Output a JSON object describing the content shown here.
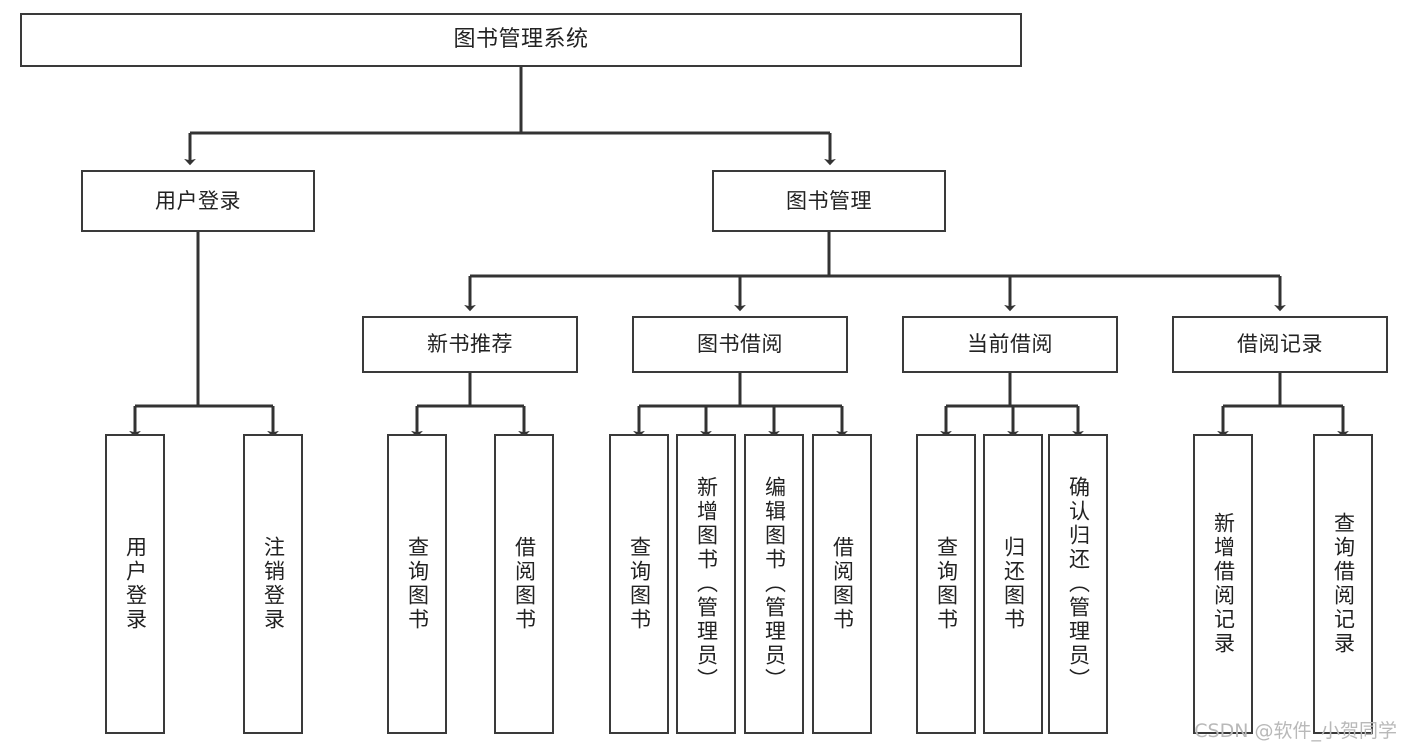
{
  "diagram": {
    "title": "图书管理系统",
    "watermark": "CSDN @软件_小贺同学",
    "colors": {
      "background": "#ffffff",
      "box_border": "#3a3a3a",
      "connector": "#333333",
      "text": "#222222",
      "watermark": "#b9b9b9"
    },
    "root": {
      "label": "图书管理系统"
    },
    "level2": [
      {
        "id": "user-login",
        "label": "用户登录"
      },
      {
        "id": "book-management",
        "label": "图书管理"
      }
    ],
    "level3": [
      {
        "id": "new-book-recommend",
        "label": "新书推荐",
        "parent": "book-management"
      },
      {
        "id": "book-borrow",
        "label": "图书借阅",
        "parent": "book-management"
      },
      {
        "id": "current-borrow",
        "label": "当前借阅",
        "parent": "book-management"
      },
      {
        "id": "borrow-record",
        "label": "借阅记录",
        "parent": "book-management"
      }
    ],
    "leaves": {
      "user-login": [
        {
          "id": "leaf-user-login",
          "label": "用户登录"
        },
        {
          "id": "leaf-logout-login",
          "label": "注销登录"
        }
      ],
      "new-book-recommend": [
        {
          "id": "leaf-query-book-1",
          "label": "查询图书"
        },
        {
          "id": "leaf-borrow-book-1",
          "label": "借阅图书"
        }
      ],
      "book-borrow": [
        {
          "id": "leaf-query-book-2",
          "label": "查询图书"
        },
        {
          "id": "leaf-add-book",
          "label": "新增图书（管理员）"
        },
        {
          "id": "leaf-edit-book",
          "label": "编辑图书（管理员）"
        },
        {
          "id": "leaf-borrow-book-2",
          "label": "借阅图书"
        }
      ],
      "current-borrow": [
        {
          "id": "leaf-query-book-3",
          "label": "查询图书"
        },
        {
          "id": "leaf-return-book",
          "label": "归还图书"
        },
        {
          "id": "leaf-confirm-return",
          "label": "确认归还（管理员）"
        }
      ],
      "borrow-record": [
        {
          "id": "leaf-add-record",
          "label": "新增借阅记录"
        },
        {
          "id": "leaf-query-record",
          "label": "查询借阅记录"
        }
      ]
    }
  }
}
